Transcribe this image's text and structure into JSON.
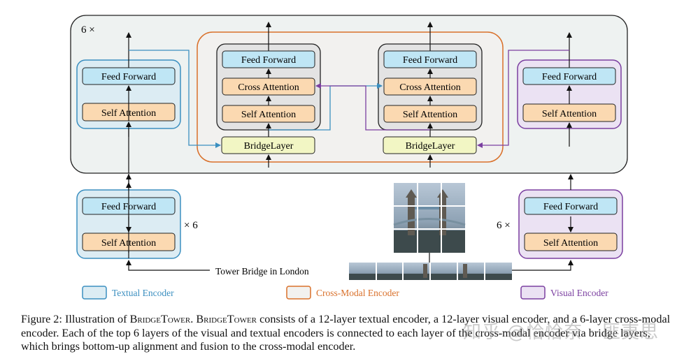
{
  "figure": {
    "repeat_label": "6 ×",
    "text_side_repeat": "× 6",
    "visual_side_repeat": "6 ×",
    "blocks": {
      "feed_forward": "Feed Forward",
      "self_attention": "Self Attention",
      "cross_attention": "Cross Attention",
      "bridge_layer": "BridgeLayer"
    },
    "input_text": "Tower Bridge in London",
    "legend": {
      "textual": "Textual Encoder",
      "cross_modal": "Cross-Modal Encoder",
      "visual": "Visual Encoder"
    },
    "colors": {
      "textual_border": "#3b8fc0",
      "textual_fill": "#dcecf3",
      "visual_border": "#7b3fa0",
      "visual_fill": "#ebe2f3",
      "cross_border": "#d9702a",
      "ff_fill": "#bfe6f5",
      "attn_fill": "#fbd9b1",
      "bridge_fill": "#f2f6c4"
    }
  },
  "caption": {
    "prefix": "Figure 2: Illustration of ",
    "name1": "BridgeTower",
    "mid1": ". ",
    "name2": "BridgeTower",
    "rest": " consists of a 12-layer textual encoder, a 12-layer visual encoder, and a 6-layer cross-modal encoder. Each of the top 6 layers of the visual and textual encoders is connected to each layer of the cross-modal encoder via bridge layers, which brings bottom-up alignment and fusion to the cross-modal encoder."
  },
  "watermark": "知乎 @恰恰奈 · 匪夷思"
}
